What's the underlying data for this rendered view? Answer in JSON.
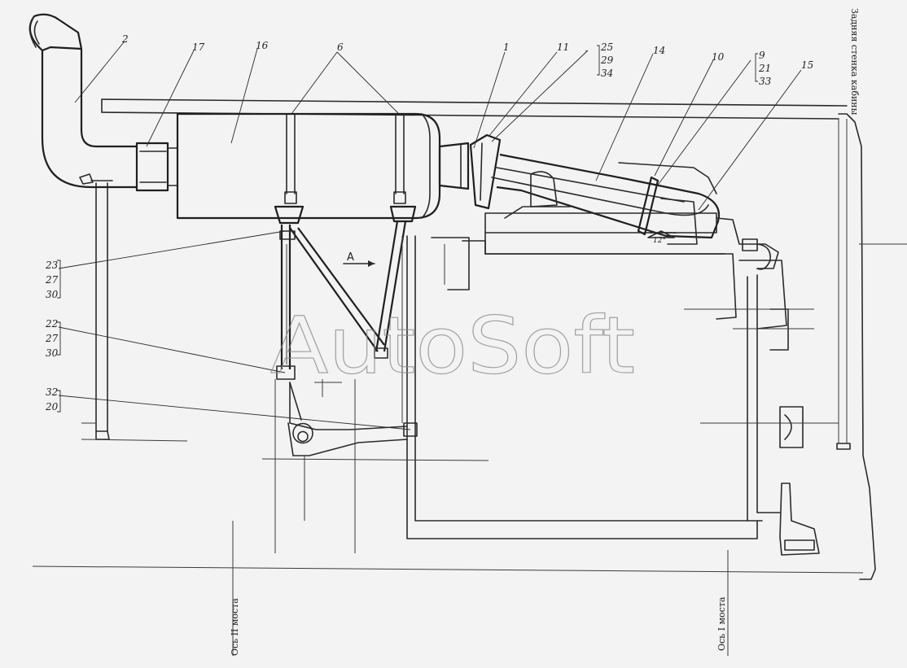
{
  "part_labels": [
    "1",
    "2",
    "6",
    "9",
    "10",
    "11",
    "14",
    "15",
    "16",
    "17",
    "20",
    "21",
    "22",
    "23",
    "25",
    "27",
    "27",
    "29",
    "30",
    "30",
    "32",
    "33",
    "34"
  ],
  "view_label": "A",
  "angle_label": "12°",
  "axis_labels": {
    "rear_axle": "Ось II моста",
    "front_axle": "Ось I моста",
    "cab_wall": "Задняя стенка кабины"
  },
  "watermark": "AutoSoft"
}
